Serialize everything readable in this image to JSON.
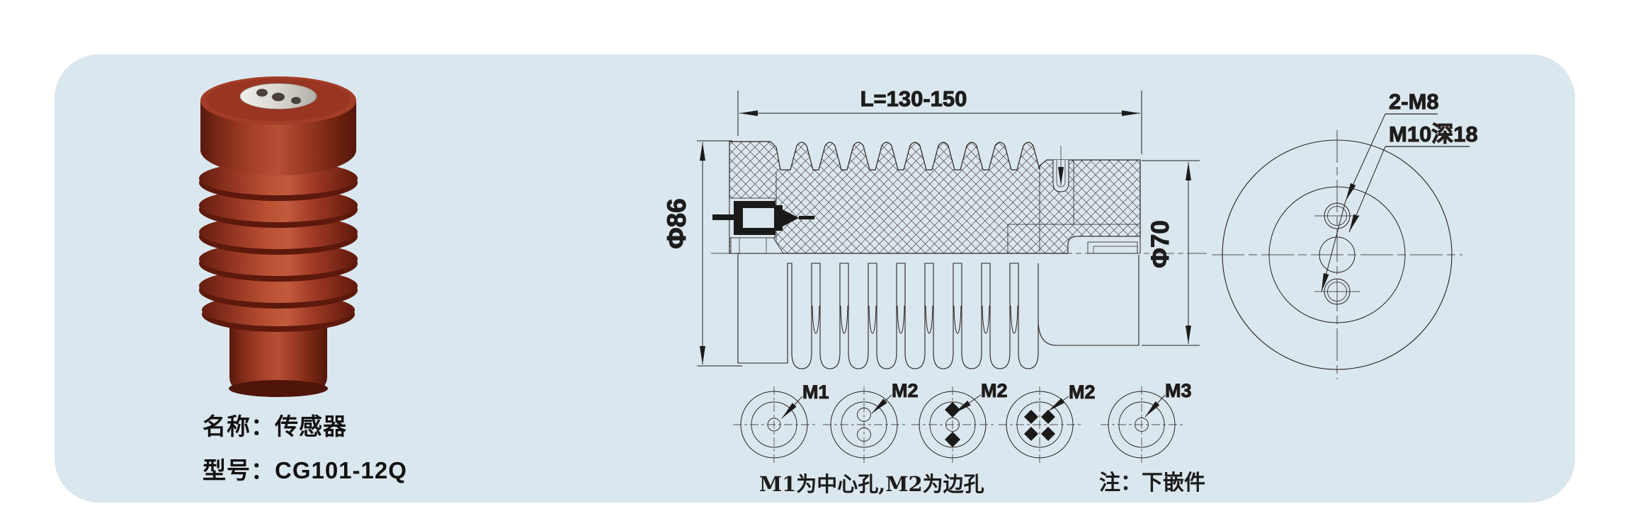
{
  "page": {
    "panel_color": "#dbe7ee",
    "line_color": "#26211f",
    "product_color": "#8d3424"
  },
  "product": {
    "name_label": "名称：传感器",
    "model_label": "型号：CG101-12Q"
  },
  "section_view": {
    "length_dim": "L=130-150",
    "left_diameter": "Φ86",
    "right_diameter": "Φ70"
  },
  "end_view": {
    "thread_label": "2-M8",
    "depth_label": "M10深18"
  },
  "hole_patterns": {
    "labels": [
      "M1",
      "M2",
      "M2",
      "M2",
      "M3"
    ]
  },
  "notes": {
    "hole_note": "M1为中心孔,M2为边孔",
    "insert_note": "注：下嵌件"
  }
}
